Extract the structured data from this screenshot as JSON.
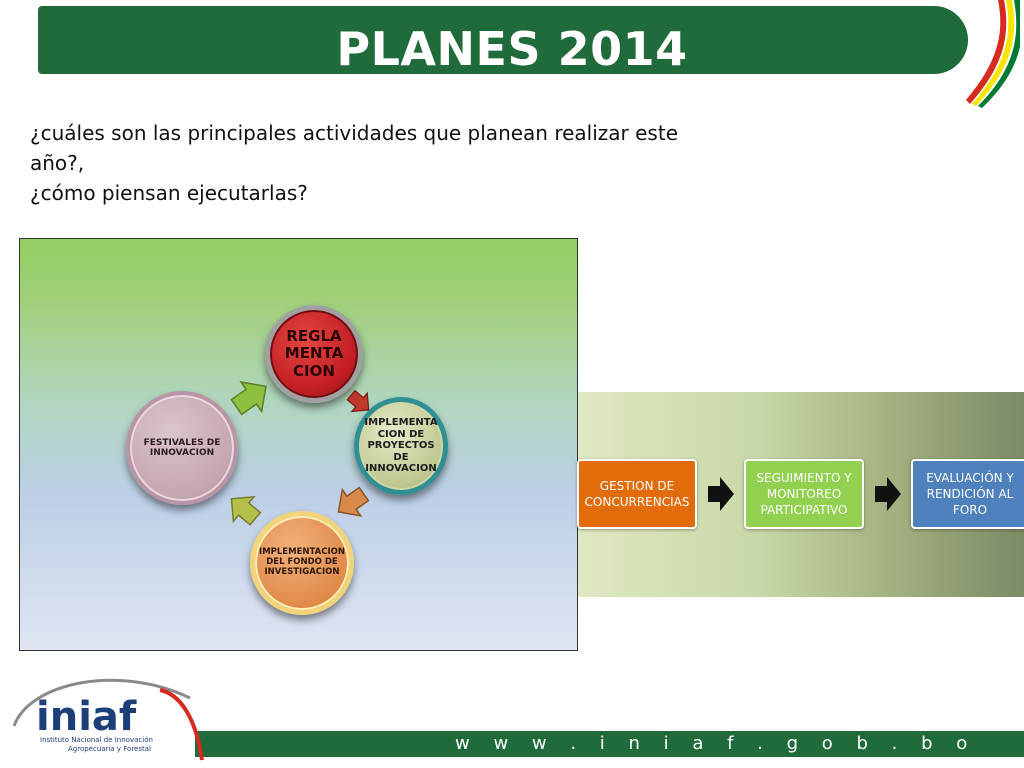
{
  "header": {
    "title": "PLANES 2014"
  },
  "question": {
    "line1": "¿cuáles son las principales actividades que planean realizar este",
    "line2": "año?,",
    "line3": "¿cómo piensan ejecutarlas?"
  },
  "cycle": {
    "nodes": [
      {
        "lines": [
          "REGLA",
          "MENTA",
          "CION"
        ],
        "color": "#c62026"
      },
      {
        "lines": [
          "IMPLEMENTA",
          "CION DE",
          "PROYECTOS",
          "DE",
          "INNOVACION"
        ],
        "color": "#bfc68f"
      },
      {
        "lines": [
          "IMPLEMENTACION",
          "DEL FONDO DE",
          "INVESTIGACION"
        ],
        "color": "#e08a4a"
      },
      {
        "lines": [
          "FESTIVALES DE",
          "INNOVACION"
        ],
        "color": "#c4a5b0"
      }
    ],
    "arrow_colors": [
      "#c0392b",
      "#d98a4a",
      "#b5c04a",
      "#8fbf3f"
    ]
  },
  "flow": {
    "steps": [
      {
        "lines": [
          "GESTION DE",
          "CONCURRENCIAS"
        ],
        "color": "#e36c0a"
      },
      {
        "lines": [
          "SEGUIMIENTO Y",
          "MONITOREO",
          "PARTICIPATIVO"
        ],
        "color": "#92d050"
      },
      {
        "lines": [
          "EVALUACIÓN Y",
          "RENDICIÓN AL",
          "FORO"
        ],
        "color": "#4f81bd"
      }
    ]
  },
  "footer": {
    "url": "w w w . i n i a f . g o b . b o",
    "logo_text": "iniaf",
    "logo_subtitle_1": "Instituto Nacional de Innovación",
    "logo_subtitle_2": "Agropecuaria y Forestal"
  },
  "colors": {
    "brand_green": "#1f6b3c",
    "brand_blue": "#1c3f7a",
    "flag_red": "#d52b1e",
    "flag_yellow": "#f9e300",
    "flag_green": "#007934"
  }
}
